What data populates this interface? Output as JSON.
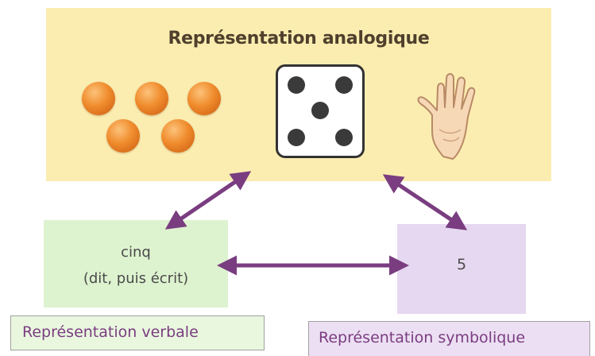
{
  "analog": {
    "title": "Représentation analogique",
    "icons": [
      "orange-balls",
      "die-face-five",
      "open-hand"
    ]
  },
  "verbal": {
    "word": "cinq",
    "note": "(dit, puis écrit)",
    "caption": "Représentation verbale"
  },
  "symbolic": {
    "numeral": "5",
    "caption": "Représentation symbolique"
  },
  "colors": {
    "analog_bg": "#fbedb0",
    "verbal_bg": "#ddf3cf",
    "symbolic_bg": "#e6d8f0",
    "arrow": "#7a3d80",
    "caption_text": "#7a3d80"
  }
}
